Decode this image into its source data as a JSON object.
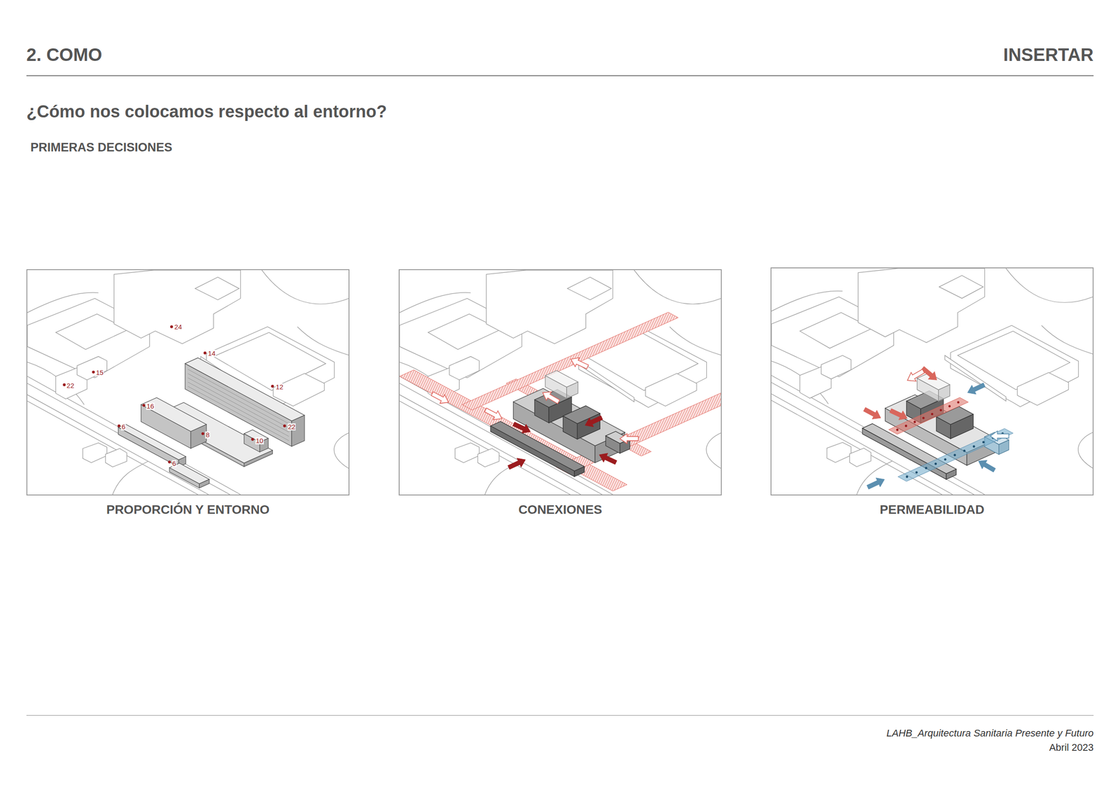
{
  "diagram": {
    "title": "2. COMO",
    "nodes": [
      {
        "text": [
          "PROPORCIÓN Y ENTORNO"
        ]
      },
      {
        "text": [
          "CONEXIONES"
        ]
      },
      {
        "text": [
          "PERMEABILIDAD"
        ]
      }
    ],
    "labels": [
      "INSERTAR",
      "¿Cómo nos colocamos respecto al entorno?",
      "PRIMERAS DECISIONES",
      "24",
      "15",
      "22",
      "14",
      "12",
      "16",
      "6",
      "8",
      "22",
      "10",
      "6",
      "LAHB_Arquitectura Sanitaria Presente y Futuro",
      "Abril 2023"
    ]
  }
}
